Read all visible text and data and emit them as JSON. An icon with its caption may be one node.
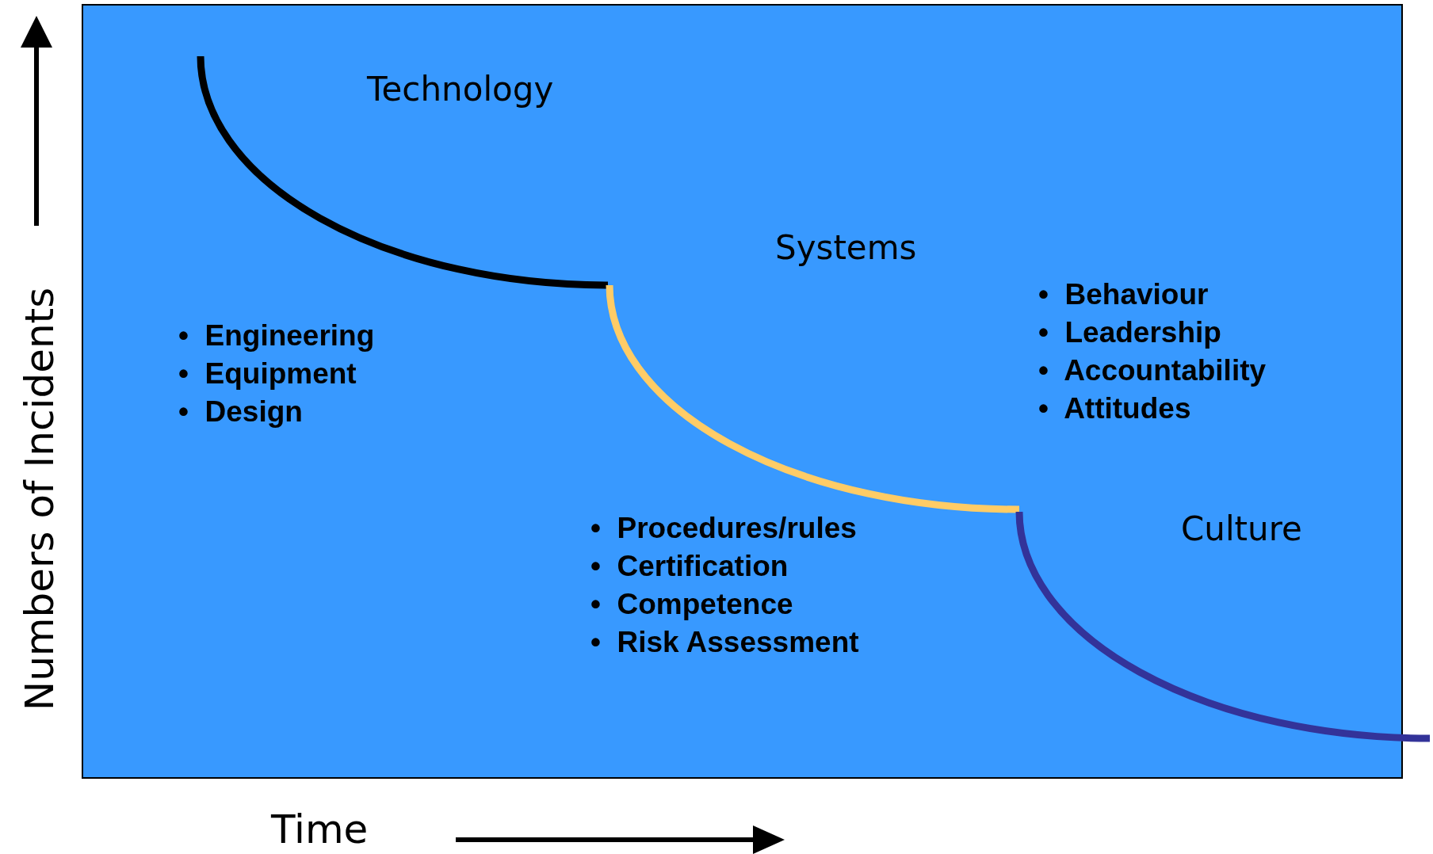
{
  "diagram": {
    "labels": [
      "Technology",
      "Systems",
      "Culture",
      "•  Engineering",
      "•  Equipment",
      "•  Design",
      "•  Procedures/rules",
      "•  Certification",
      "•  Competence",
      "•  Risk Assessment",
      "•  Behaviour",
      "•  Leadership",
      "•  Accountability",
      "•  Attitudes",
      "Numbers of Incidents",
      "Time"
    ]
  }
}
